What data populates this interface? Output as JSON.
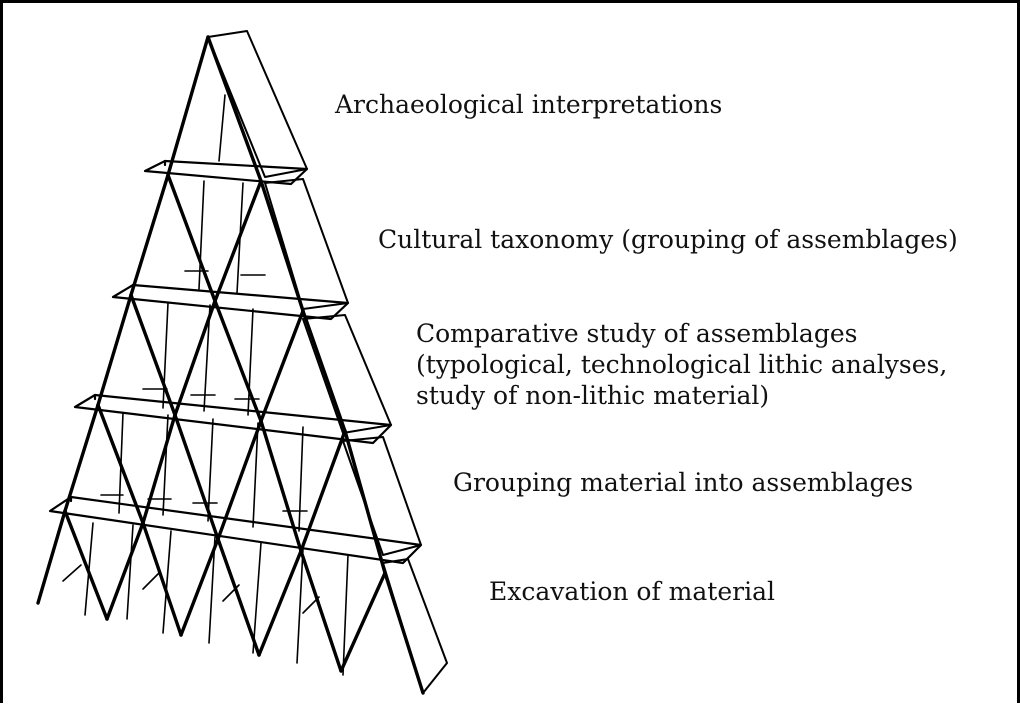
{
  "diagram": {
    "levels": [
      {
        "lines": [
          "Archaeological interpretations"
        ]
      },
      {
        "lines": [
          "Cultural taxonomy (grouping of assemblages)"
        ]
      },
      {
        "lines": [
          "Comparative study of assemblages",
          "(typological, technological lithic analyses,",
          "study of non-lithic material)"
        ]
      },
      {
        "lines": [
          "Grouping material into assemblages"
        ]
      },
      {
        "lines": [
          "Excavation of material"
        ]
      }
    ]
  }
}
